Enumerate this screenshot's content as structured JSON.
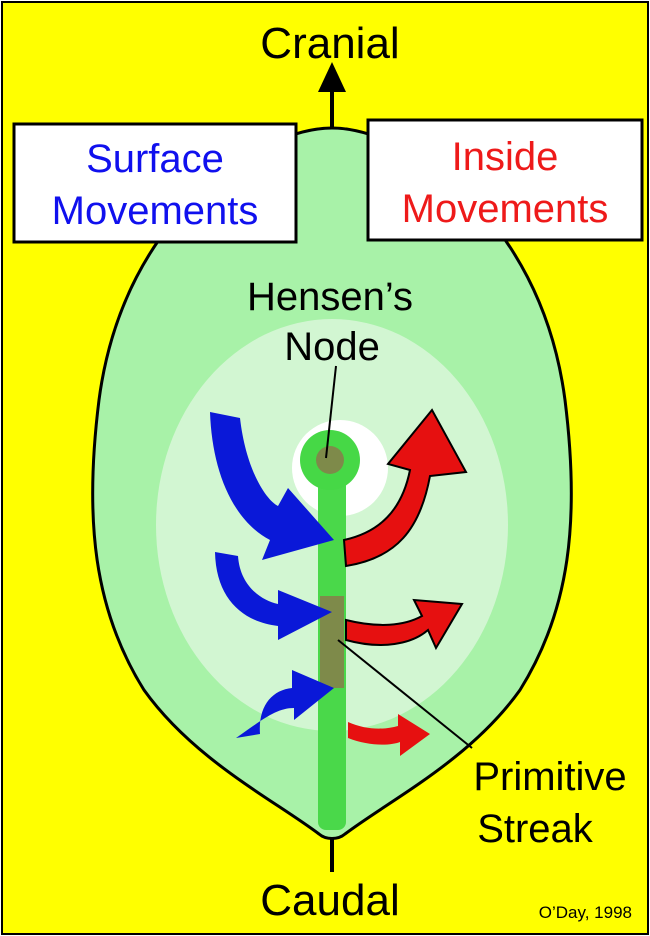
{
  "labels": {
    "cranial": "Cranial",
    "caudal": "Caudal",
    "surface_line1": "Surface",
    "surface_line2": "Movements",
    "inside_line1": "Inside",
    "inside_line2": "Movements",
    "hensens_line1": "Hensen’s",
    "hensens_line2": "Node",
    "streak_line1": "Primitive",
    "streak_line2": "Streak",
    "credit": "O’Day, 1998"
  },
  "colors": {
    "background": "#ffff00",
    "embryo": "#a8f2a8",
    "inner_ring": "#d2f6d2",
    "node_halo": "#ffffff",
    "node_disc": "#46d846",
    "node_center": "#7e8a4a",
    "streak": "#4ad84a",
    "streak_core": "#7e8a4a",
    "surface_text": "#1010ee",
    "inside_text": "#ee1a1a",
    "surface_arrow": "#0a18d8",
    "inside_arrow": "#e61010",
    "outline": "#000000"
  }
}
